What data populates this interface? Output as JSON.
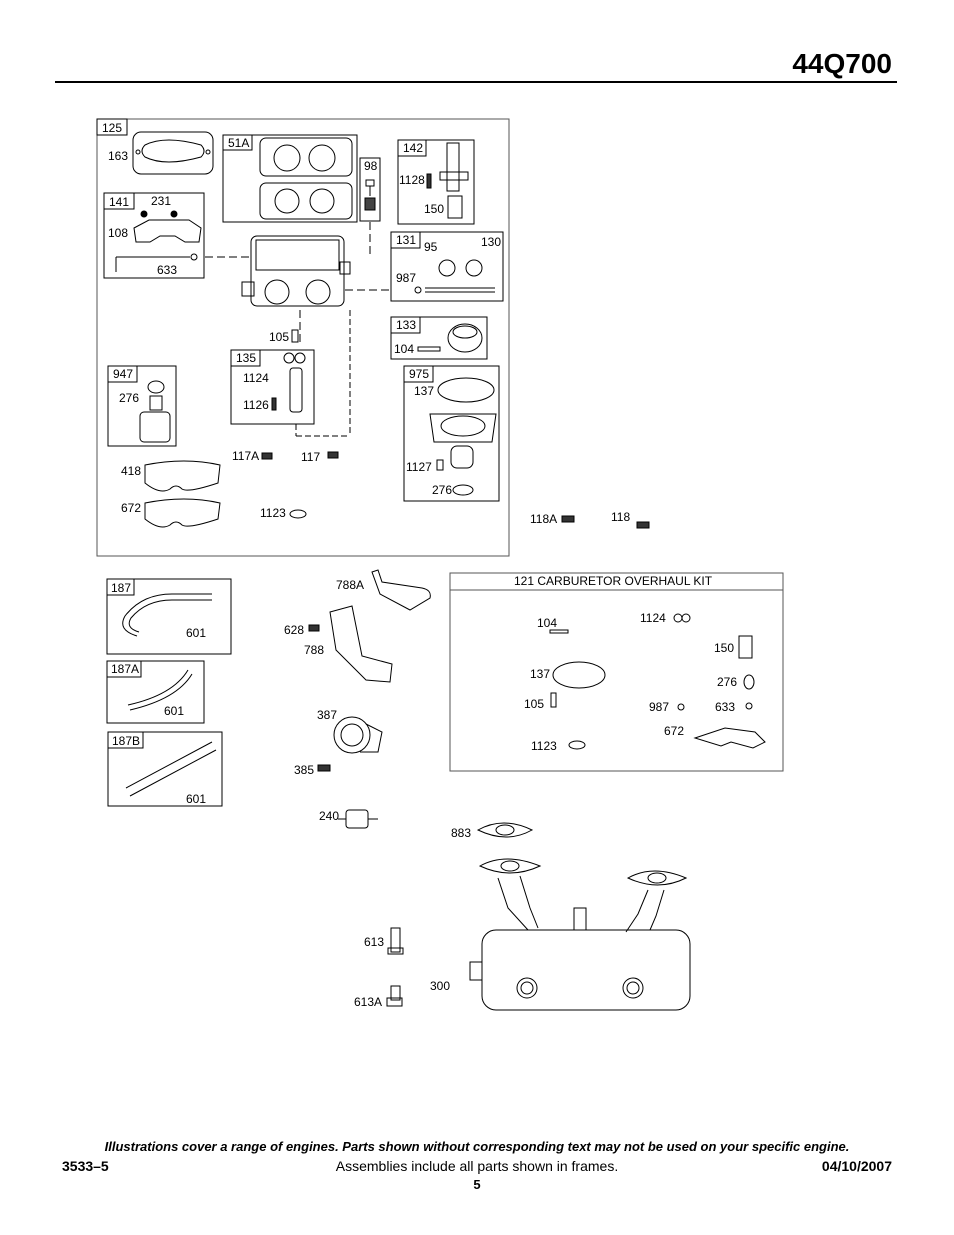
{
  "header": {
    "model": "44Q700"
  },
  "footer": {
    "disclaimer": "Illustrations cover a range of engines. Parts shown without corresponding text may not be used on your specific engine.",
    "doc_number": "3533–5",
    "assemblies_note": "Assemblies include all parts shown in frames.",
    "date": "04/10/2007",
    "page": "5"
  },
  "diagram": {
    "frame_labels": {
      "f125": "125",
      "f51a": "51A",
      "f98": "98",
      "f142": "142",
      "f141": "141",
      "f131": "131",
      "f133": "133",
      "f135": "135",
      "f947": "947",
      "f975": "975",
      "f187": "187",
      "f187a": "187A",
      "f187b": "187B"
    },
    "kit_title": "121 CARBURETOR OVERHAUL KIT",
    "callouts": {
      "c163": "163",
      "c231": "231",
      "c108": "108",
      "c633": "633",
      "c1128": "1128",
      "c150": "150",
      "c95": "95",
      "c130": "130",
      "c987": "987",
      "c104": "104",
      "c105": "105",
      "c1124": "1124",
      "c1126": "1126",
      "c276a": "276",
      "c137": "137",
      "c418": "418",
      "c672": "672",
      "c117a": "117A",
      "c117": "117",
      "c1127": "1127",
      "c276b": "276",
      "c1123": "1123",
      "c118a": "118A",
      "c118": "118",
      "c601a": "601",
      "c601b": "601",
      "c601c": "601",
      "c788a": "788A",
      "c628": "628",
      "c788": "788",
      "c387": "387",
      "c385": "385",
      "c240": "240",
      "c883": "883",
      "c613": "613",
      "c300": "300",
      "c613a": "613A",
      "k104": "104",
      "k1124": "1124",
      "k150": "150",
      "k137": "137",
      "k276": "276",
      "k105": "105",
      "k987": "987",
      "k633": "633",
      "k672": "672",
      "k1123": "1123"
    }
  }
}
